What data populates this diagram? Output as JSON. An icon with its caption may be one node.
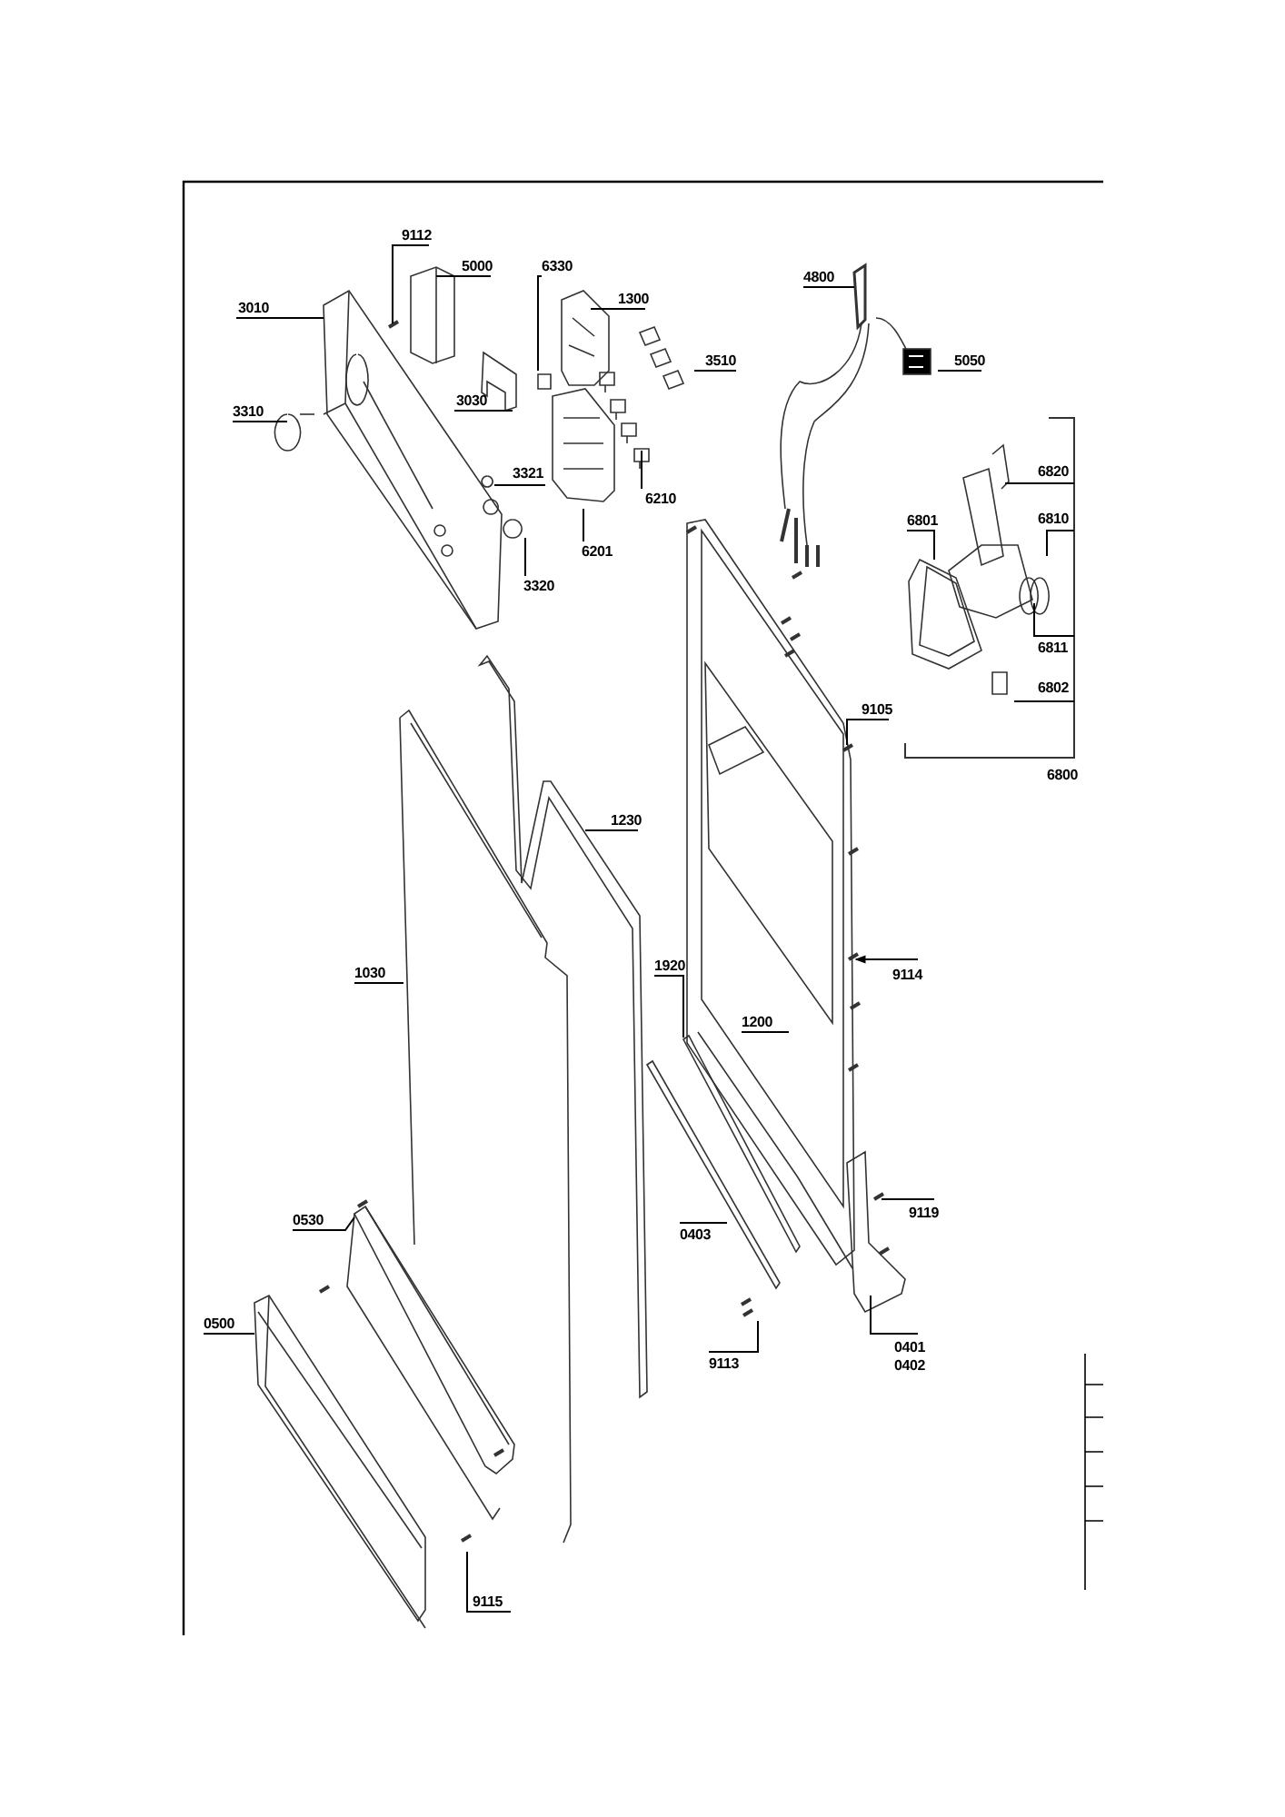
{
  "diagram": {
    "nodes": [
      {
        "text": [
          "9112"
        ]
      },
      {
        "text": [
          "5000"
        ]
      },
      {
        "text": [
          "6330"
        ]
      },
      {
        "text": [
          "3010"
        ]
      },
      {
        "text": [
          "1300"
        ]
      },
      {
        "text": [
          "3510"
        ]
      },
      {
        "text": [
          "3030"
        ]
      },
      {
        "text": [
          "3310"
        ]
      },
      {
        "text": [
          "3321"
        ]
      },
      {
        "text": [
          "6210"
        ]
      },
      {
        "text": [
          "6201"
        ]
      },
      {
        "text": [
          "3320"
        ]
      },
      {
        "text": [
          "4800"
        ]
      },
      {
        "text": [
          "5050"
        ]
      },
      {
        "text": [
          "6820"
        ]
      },
      {
        "text": [
          "6801"
        ]
      },
      {
        "text": [
          "6810"
        ]
      },
      {
        "text": [
          "6811"
        ]
      },
      {
        "text": [
          "6802"
        ]
      },
      {
        "text": [
          "9105"
        ]
      },
      {
        "text": [
          "1230"
        ]
      },
      {
        "text": [
          "1030"
        ]
      },
      {
        "text": [
          "1920"
        ]
      },
      {
        "text": [
          "1200"
        ]
      },
      {
        "text": [
          "9114"
        ]
      },
      {
        "text": [
          "9119"
        ]
      },
      {
        "text": [
          "0403"
        ]
      },
      {
        "text": [
          "0530"
        ]
      },
      {
        "text": [
          "0401",
          "0402"
        ]
      },
      {
        "text": [
          "0500"
        ]
      },
      {
        "text": [
          "9113"
        ]
      },
      {
        "text": [
          "9115"
        ]
      }
    ],
    "edges": [
      {
        "from": 0,
        "to": null,
        "arrow": "none"
      },
      {
        "from": 1,
        "to": null,
        "arrow": "none"
      },
      {
        "from": 2,
        "to": null,
        "arrow": "none"
      },
      {
        "from": 3,
        "to": null,
        "arrow": "none"
      },
      {
        "from": 4,
        "to": null,
        "arrow": "none"
      },
      {
        "from": 5,
        "to": null,
        "arrow": "none"
      },
      {
        "from": 6,
        "to": null,
        "arrow": "none"
      },
      {
        "from": 7,
        "to": null,
        "arrow": "none"
      },
      {
        "from": 8,
        "to": null,
        "arrow": "none"
      },
      {
        "from": 9,
        "to": null,
        "arrow": "none"
      },
      {
        "from": 10,
        "to": null,
        "arrow": "none"
      },
      {
        "from": 11,
        "to": null,
        "arrow": "none"
      },
      {
        "from": 12,
        "to": null,
        "arrow": "none"
      },
      {
        "from": 13,
        "to": null,
        "arrow": "none"
      },
      {
        "from": 14,
        "to": null,
        "arrow": "none"
      },
      {
        "from": 15,
        "to": null,
        "arrow": "none"
      },
      {
        "from": 16,
        "to": null,
        "arrow": "none"
      },
      {
        "from": 17,
        "to": null,
        "arrow": "none"
      },
      {
        "from": 18,
        "to": null,
        "arrow": "none"
      },
      {
        "from": 19,
        "to": null,
        "arrow": "none"
      },
      {
        "from": 20,
        "to": null,
        "arrow": "none"
      },
      {
        "from": 21,
        "to": null,
        "arrow": "none"
      },
      {
        "from": 22,
        "to": null,
        "arrow": "none"
      },
      {
        "from": 23,
        "to": null,
        "arrow": "none"
      },
      {
        "from": 24,
        "to": null,
        "arrow": "to"
      },
      {
        "from": 25,
        "to": null,
        "arrow": "none"
      },
      {
        "from": 26,
        "to": null,
        "arrow": "none"
      },
      {
        "from": 27,
        "to": null,
        "arrow": "none"
      },
      {
        "from": 28,
        "to": null,
        "arrow": "none"
      },
      {
        "from": 29,
        "to": null,
        "arrow": "none"
      },
      {
        "from": 30,
        "to": null,
        "arrow": "none"
      },
      {
        "from": 31,
        "to": null,
        "arrow": "none"
      }
    ],
    "labels": [
      "6800"
    ]
  }
}
